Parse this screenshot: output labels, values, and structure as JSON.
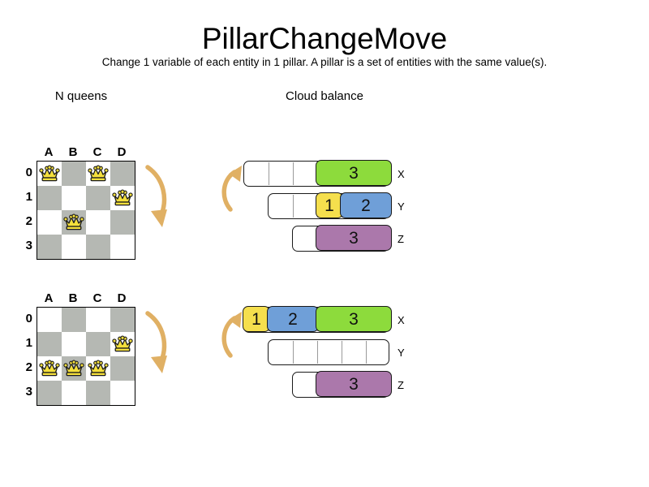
{
  "page": {
    "title": "PillarChangeMove",
    "subtitle": "Change 1 variable of each entity in 1 pillar. A pillar is a set of entities with the same value(s)."
  },
  "sections": {
    "nqueens": {
      "label": "N queens"
    },
    "cloud": {
      "label": "Cloud balance"
    }
  },
  "colors": {
    "green": "#8ddb3c",
    "yellow": "#f5df4d",
    "blue": "#6f9fd8",
    "purple": "#ab78ab",
    "board_dark": "#b5b8b3",
    "board_light": "#ffffff",
    "arrow": "#e0b064",
    "queen_fill": "#f5e03c",
    "outline": "#1a1a1a"
  },
  "chess": {
    "files": [
      "A",
      "B",
      "C",
      "D"
    ],
    "ranks": [
      "0",
      "1",
      "2",
      "3"
    ],
    "boards": [
      {
        "name": "before",
        "queens": [
          {
            "file": "A",
            "rank": "0"
          },
          {
            "file": "C",
            "rank": "0"
          },
          {
            "file": "D",
            "rank": "1"
          },
          {
            "file": "B",
            "rank": "2"
          }
        ]
      },
      {
        "name": "after",
        "queens": [
          {
            "file": "D",
            "rank": "1"
          },
          {
            "file": "A",
            "rank": "2"
          },
          {
            "file": "B",
            "rank": "2"
          },
          {
            "file": "C",
            "rank": "2"
          }
        ]
      }
    ]
  },
  "cloud_balance": {
    "computers": [
      {
        "name": "before",
        "rows": [
          {
            "label": "X",
            "capacity": 6,
            "empty_cells": 3,
            "blocks": [
              {
                "value": "3",
                "size": 3,
                "color": "#8ddb3c"
              }
            ]
          },
          {
            "label": "Y",
            "capacity": 5,
            "empty_cells": 2,
            "blocks": [
              {
                "value": "1",
                "size": 1,
                "color": "#f5df4d"
              },
              {
                "value": "2",
                "size": 2,
                "color": "#6f9fd8"
              }
            ]
          },
          {
            "label": "Z",
            "capacity": 4,
            "empty_cells": 1,
            "blocks": [
              {
                "value": "3",
                "size": 3,
                "color": "#ab78ab"
              }
            ]
          }
        ]
      },
      {
        "name": "after",
        "rows": [
          {
            "label": "X",
            "capacity": 6,
            "empty_cells": 0,
            "blocks": [
              {
                "value": "1",
                "size": 1,
                "color": "#f5df4d"
              },
              {
                "value": "2",
                "size": 2,
                "color": "#6f9fd8"
              },
              {
                "value": "3",
                "size": 3,
                "color": "#8ddb3c"
              }
            ]
          },
          {
            "label": "Y",
            "capacity": 5,
            "empty_cells": 5,
            "blocks": []
          },
          {
            "label": "Z",
            "capacity": 4,
            "empty_cells": 1,
            "blocks": [
              {
                "value": "3",
                "size": 3,
                "color": "#ab78ab"
              }
            ]
          }
        ]
      }
    ]
  },
  "arrows": {
    "chess_top": {
      "name": "curved-arrow-down",
      "direction": "down"
    },
    "chess_bottom": {
      "name": "curved-arrow-down",
      "direction": "down"
    },
    "cloud_top": {
      "name": "curved-arrow-up",
      "direction": "up"
    },
    "cloud_bottom": {
      "name": "curved-arrow-up",
      "direction": "up"
    }
  }
}
